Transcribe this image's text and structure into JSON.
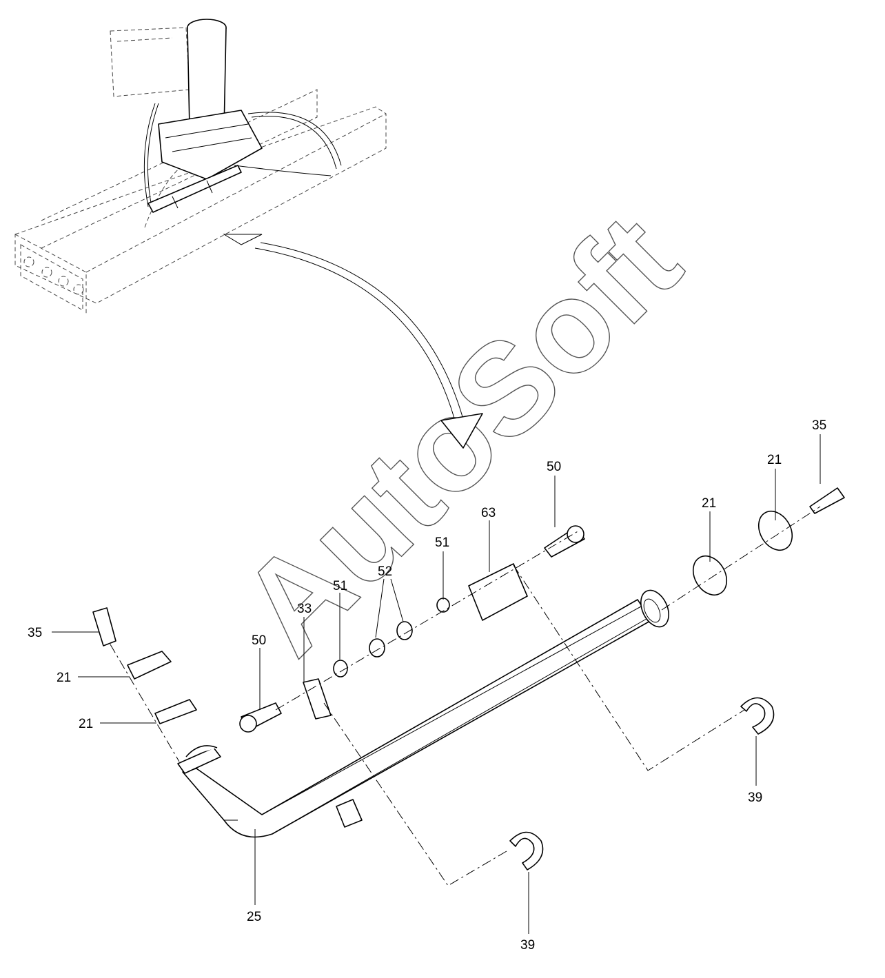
{
  "watermark": "AutoSoft",
  "callouts": {
    "c35_top": "35",
    "c21_top_a": "21",
    "c21_top_b": "21",
    "c50_top": "50",
    "c63": "63",
    "c51_top": "51",
    "c52": "52",
    "c51_mid": "51",
    "c33": "33",
    "c50_mid": "50",
    "c35_left": "35",
    "c21_left_a": "21",
    "c21_left_b": "21",
    "c39_right": "39",
    "c25": "25",
    "c39_bottom": "39"
  }
}
